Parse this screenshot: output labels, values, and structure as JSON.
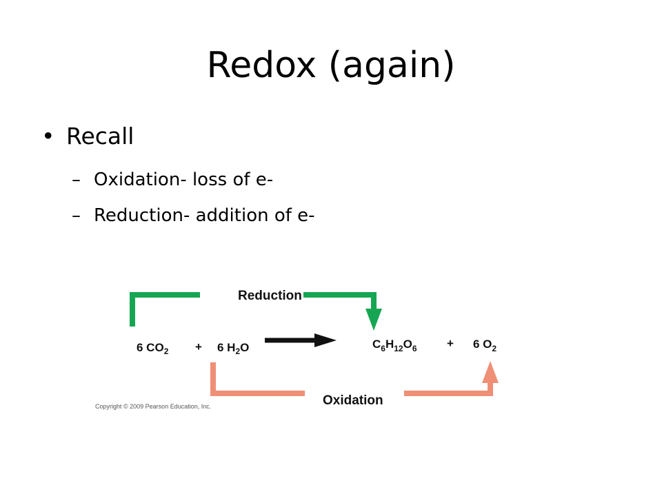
{
  "slide": {
    "title": "Redox (again)",
    "bullet_symbol": "•",
    "dash_symbol": "–",
    "bullet": "Recall",
    "sub_bullets": [
      "Oxidation- loss of e-",
      "Reduction- addition of e-"
    ]
  },
  "diagram": {
    "reduction_label": "Reduction",
    "oxidation_label": "Oxidation",
    "reduction_color": "#16a653",
    "oxidation_color": "#ef8f76",
    "reaction_arrow_color": "#111111",
    "reactants": {
      "co2_coef": "6 CO",
      "co2_sub": "2",
      "plus": "+",
      "h2o_coef": "6 H",
      "h2o_sub": "2",
      "h2o_tail": "O"
    },
    "products": {
      "c": "C",
      "c_sub": "6",
      "h": "H",
      "h_sub": "12",
      "o": "O",
      "o_sub": "6",
      "plus": "+",
      "o2_coef": "6 O",
      "o2_sub": "2"
    },
    "copyright": "Copyright © 2009 Pearson Education, Inc."
  }
}
